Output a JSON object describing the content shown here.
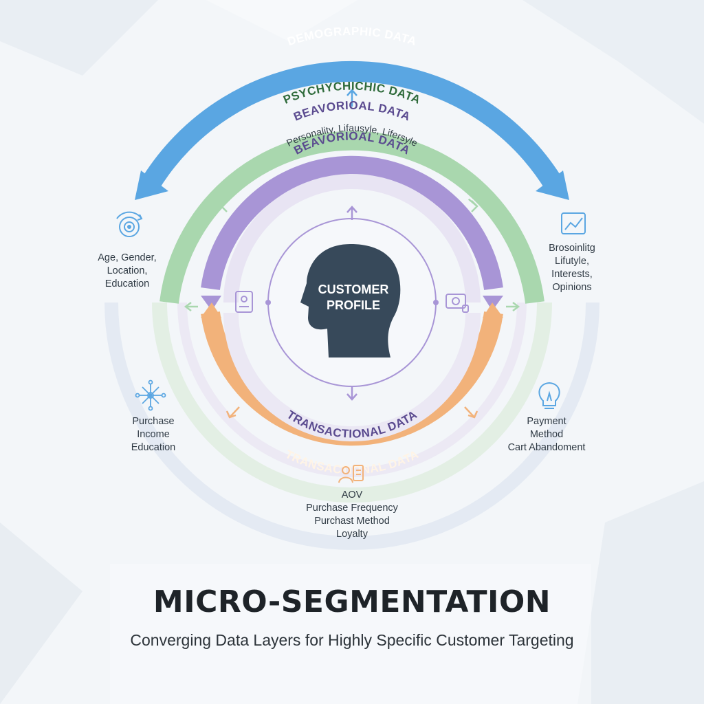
{
  "colors": {
    "demographic": "#5aa6e2",
    "psychographic": "#a9d7ae",
    "behavioral": "#a895d6",
    "transactional": "#f2b27a",
    "ring_text_blue": "#ffffff",
    "ring_text_green": "#2f6b3b",
    "ring_text_purple": "#5a4a8f",
    "ring_text_orange": "#fff4e6",
    "head": "#37495a"
  },
  "rings": {
    "demographic": {
      "label": "DEMOGRAPHIC DATA"
    },
    "psychographic": {
      "label": "PSYCHYCHICHIC DATA",
      "sublabel": "Personality, Lifausyle, Lifersyle"
    },
    "behavioral_outer": {
      "label": "BEAVORIOAL DATA"
    },
    "behavioral_inner": {
      "label": "BEAVORIOAL DATA"
    },
    "transactional_inner": {
      "label": "TRANSACTIONAL DATA"
    },
    "transactional_outer": {
      "label": "TRANSACTIONAL DATA"
    }
  },
  "center": {
    "line1": "CUSTOMER",
    "line2": "PROFILE"
  },
  "icons": {
    "left_top": "target-icon",
    "right_top": "chart-icon",
    "left_bottom": "network-icon",
    "right_bottom": "lightbulb-icon",
    "bottom": "user-document-icon",
    "inner_left": "profile-card-icon",
    "inner_right": "money-icon"
  },
  "labels": {
    "left_top": [
      "Age, Gender,",
      "Location,",
      "Education"
    ],
    "right_top": [
      "Brosoinlitg",
      "Lifutyle,",
      "Interests,",
      "Opinions"
    ],
    "left_bottom": [
      "Purchase",
      "Income",
      "Education"
    ],
    "right_bottom": [
      "Payment",
      "Method",
      "Cart Abandoment"
    ],
    "bottom": [
      "AOV",
      "Purchase Frequency",
      "Purchast Method",
      "Loyalty"
    ]
  },
  "footer": {
    "title": "MICRO-SEGMENTATION",
    "subtitle": "Converging Data Layers for Highly Specific Customer Targeting"
  }
}
